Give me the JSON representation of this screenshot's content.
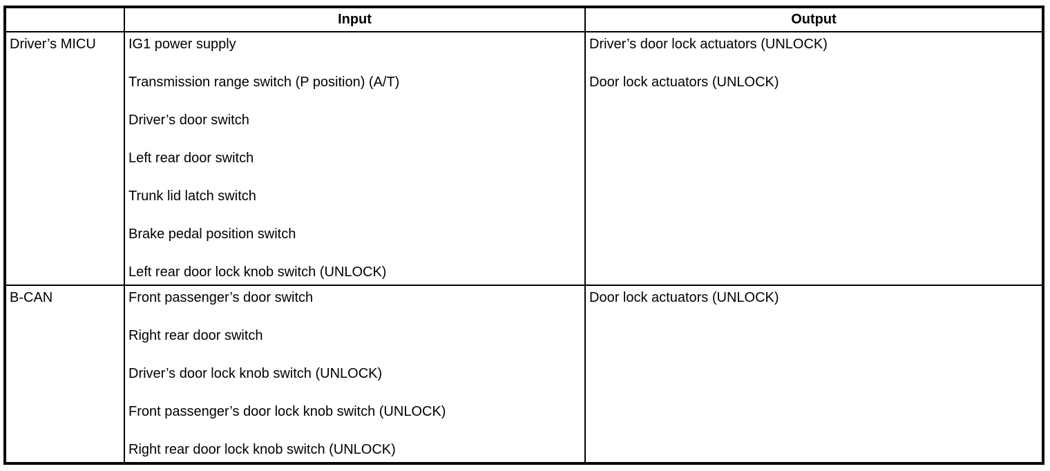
{
  "table": {
    "headers": {
      "source": "",
      "input": "Input",
      "output": "Output"
    },
    "rows": [
      {
        "source": "Driver’s MICU",
        "inputs": [
          "IG1 power supply",
          "Transmission range switch (P position) (A/T)",
          "Driver’s door switch",
          "Left rear door switch",
          "Trunk lid latch switch",
          "Brake pedal position switch",
          "Left rear door lock knob switch (UNLOCK)"
        ],
        "outputs": [
          "Driver’s door lock actuators (UNLOCK)",
          "Door lock actuators (UNLOCK)"
        ]
      },
      {
        "source": "B-CAN",
        "inputs": [
          "Front passenger’s door switch",
          "Right rear door switch",
          "Driver’s door lock knob switch (UNLOCK)",
          "Front passenger’s door lock knob switch (UNLOCK)",
          "Right rear door lock knob switch (UNLOCK)"
        ],
        "outputs": [
          "Door lock actuators (UNLOCK)"
        ]
      }
    ],
    "colors": {
      "border": "#000000",
      "text": "#000000",
      "background": "#ffffff"
    }
  }
}
